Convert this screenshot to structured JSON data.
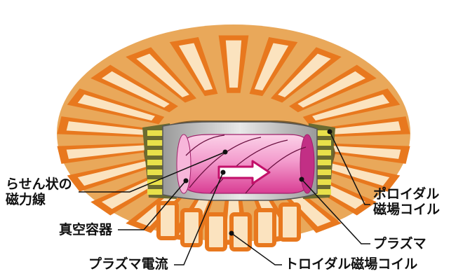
{
  "labels": {
    "helical_field": [
      "らせん状の",
      "磁力線"
    ],
    "vacuum_vessel": "真空容器",
    "plasma_current": "プラズマ電流",
    "poloidal_coil": [
      "ポロイダル",
      "磁場コイル"
    ],
    "plasma": "プラズマ",
    "toroidal_coil": "トロイダル磁場コイル"
  },
  "colors": {
    "coil_orange": "#e8781e",
    "coil_cream": "#fbe3bf",
    "coil_gap": "#e9a85a",
    "plasma_pink": "#ee66b2",
    "plasma_light": "#fbd2e8",
    "vessel_grey": "#c8c8c8",
    "poloidal_yellow": "#e8e04a",
    "arrow_fill": "#ffffff",
    "arrow_stroke": "#c2106a",
    "leader": "#111111"
  },
  "icons": {
    "current_direction": "arrow-right-icon"
  }
}
